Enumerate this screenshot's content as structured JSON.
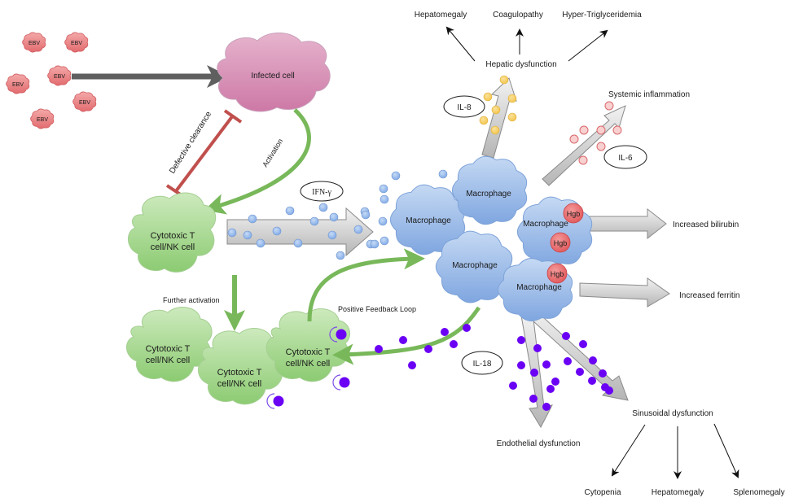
{
  "diagram": {
    "virus": {
      "label": "EBV",
      "count": 6
    },
    "infected_cell": {
      "label": "Infected cell"
    },
    "edges": {
      "defective_clearance": "Defective clearance",
      "activation": "Activation",
      "further_activation": "Further activation",
      "positive_feedback": "Positive Feedback Loop"
    },
    "tcell": {
      "line1": "Cytotoxic T",
      "line2": "cell/NK cell"
    },
    "macrophage": {
      "label": "Macrophage",
      "count": 5
    },
    "hgb": {
      "label": "Hgb",
      "count": 3
    },
    "cytokines": {
      "ifn": "IFN-γ",
      "il8": "IL-8",
      "il6": "IL-6",
      "il18": "IL-18"
    },
    "outcomes": {
      "hepatic": "Hepatic dysfunction",
      "hepatomegaly": "Hepatomegaly",
      "coagulopathy": "Coagulopathy",
      "hypertg": "Hyper-Triglyceridemia",
      "systemic": "Systemic inflammation",
      "bilirubin": "Increased bilirubin",
      "ferritin": "Increased ferritin",
      "endothelial": "Endothelial dysfunction",
      "sinusoidal": "Sinusoidal dysfunction",
      "cytopenia": "Cytopenia",
      "hepatomegaly2": "Hepatomegaly",
      "splenomegaly": "Splenomegaly"
    },
    "colors": {
      "virus": "#e8787a",
      "infected": "#d98fb4",
      "tcell": "#9fd38a",
      "macrophage": "#8fb3e6",
      "ifn_dot": "#8fb3ea",
      "il8_dot": "#f5cf5a",
      "il6_dot": "#f6c2c2",
      "il18_dot": "#6a00f4",
      "green_arrow": "#78b85a",
      "inhibit": "#c0504d"
    }
  }
}
